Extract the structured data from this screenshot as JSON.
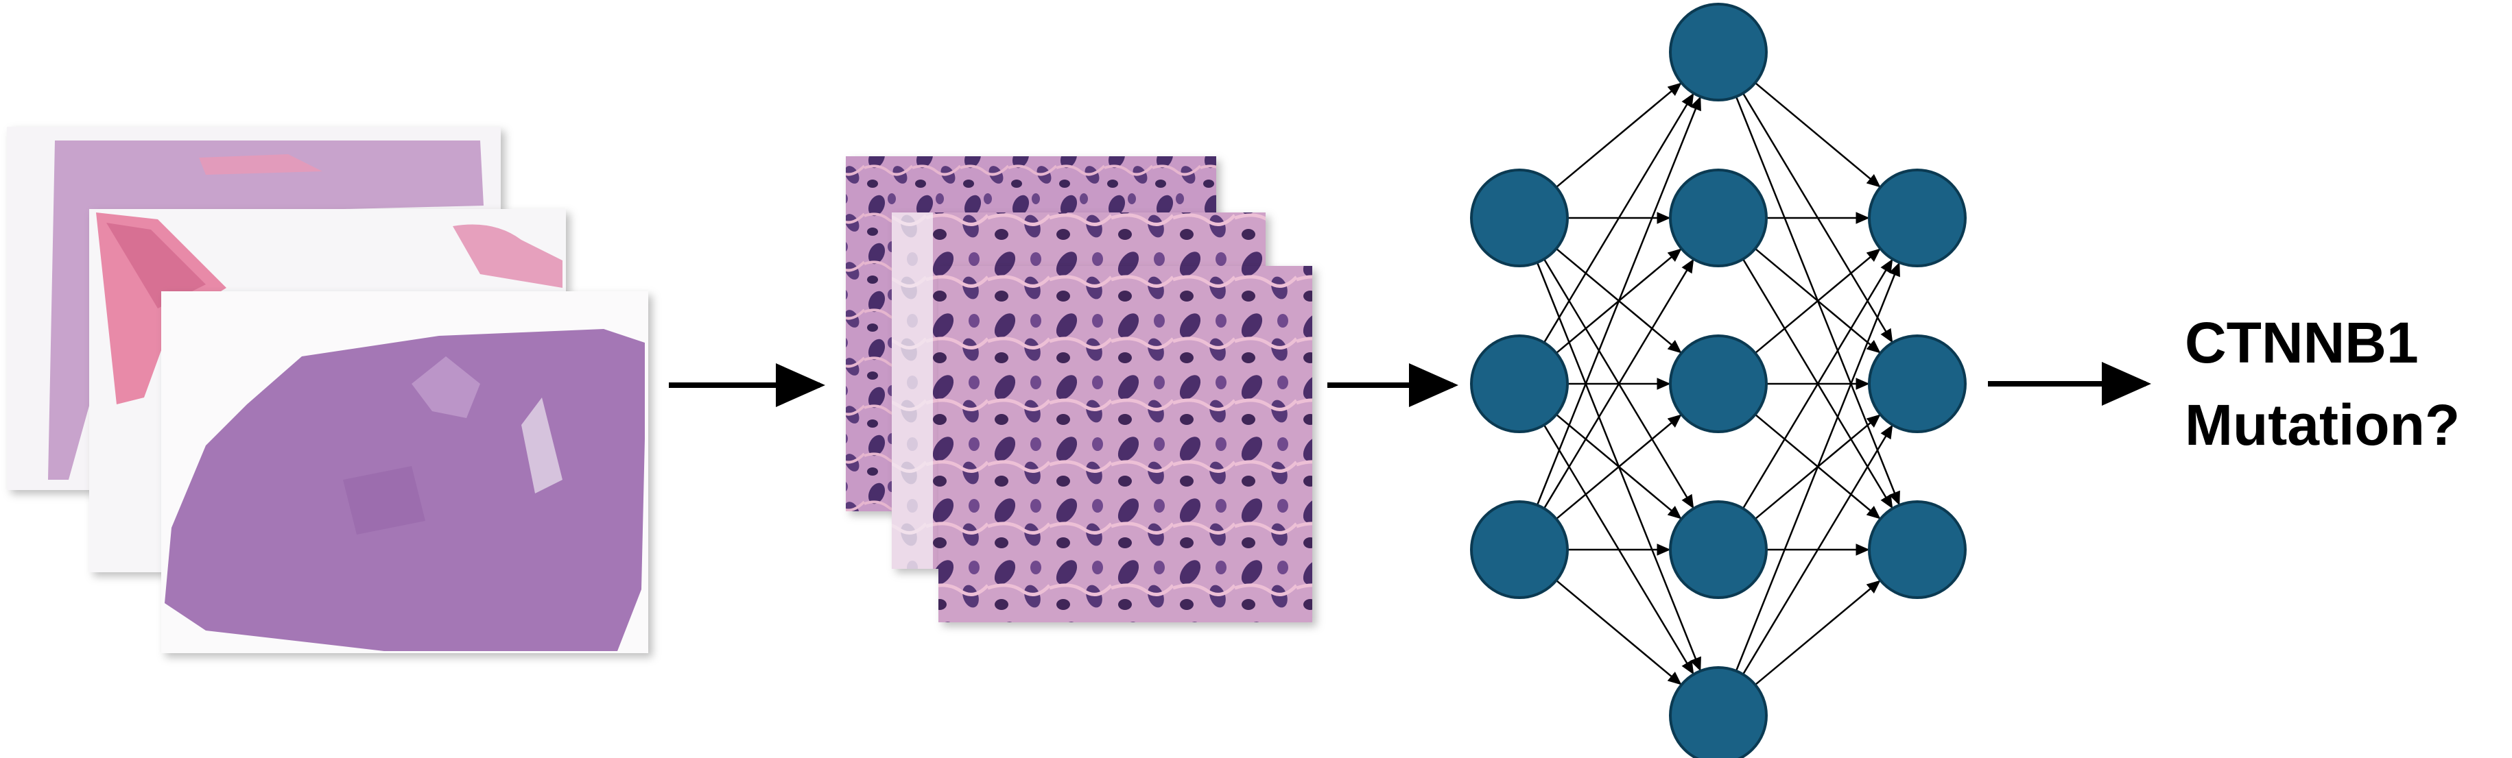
{
  "output": {
    "line1": "CTNNB1",
    "line2": "Mutation?"
  },
  "colors": {
    "node_fill": "#1a6185",
    "node_stroke": "#0b3a52",
    "edge": "#000000",
    "tissue": "#a477b5",
    "stain_pink": "#e07aa0"
  },
  "network": {
    "layers": [
      3,
      5,
      3
    ]
  },
  "icons": [
    "whole-slide-image-stack",
    "tissue-tile-stack",
    "neural-network-diagram",
    "flow-arrow"
  ]
}
